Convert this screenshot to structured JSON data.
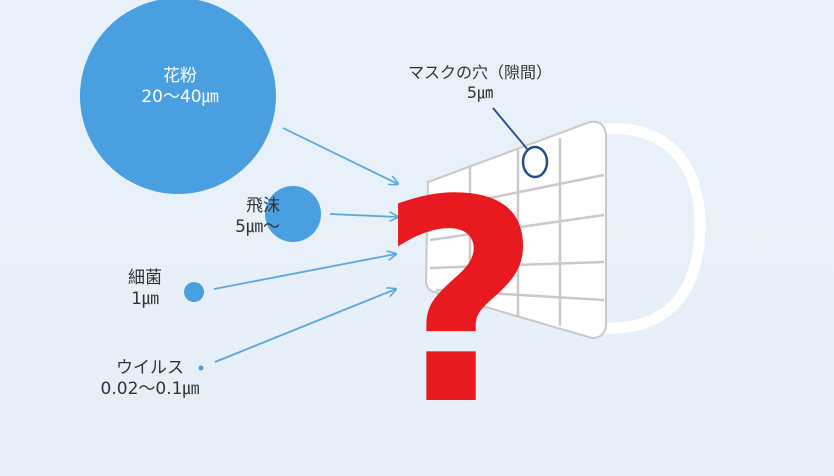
{
  "particles": [
    {
      "id": "pollen",
      "name": "花粉",
      "size": "20〜40㎛"
    },
    {
      "id": "droplet",
      "name": "飛沫",
      "size": "5㎛〜"
    },
    {
      "id": "bacteria",
      "name": "細菌",
      "size": "1㎛"
    },
    {
      "id": "virus",
      "name": "ウイルス",
      "size": "0.02〜0.1㎛"
    }
  ],
  "mask": {
    "name": "マスクの穴（隙間）",
    "size": "5㎛"
  },
  "question_mark": "?",
  "colors": {
    "background": "#e7eff8",
    "particle": "#4a9fe0",
    "arrow": "#5aa8e0",
    "mask_outline": "#c9c9c9",
    "hole_outline": "#244c8a",
    "question": "#e8191f"
  }
}
